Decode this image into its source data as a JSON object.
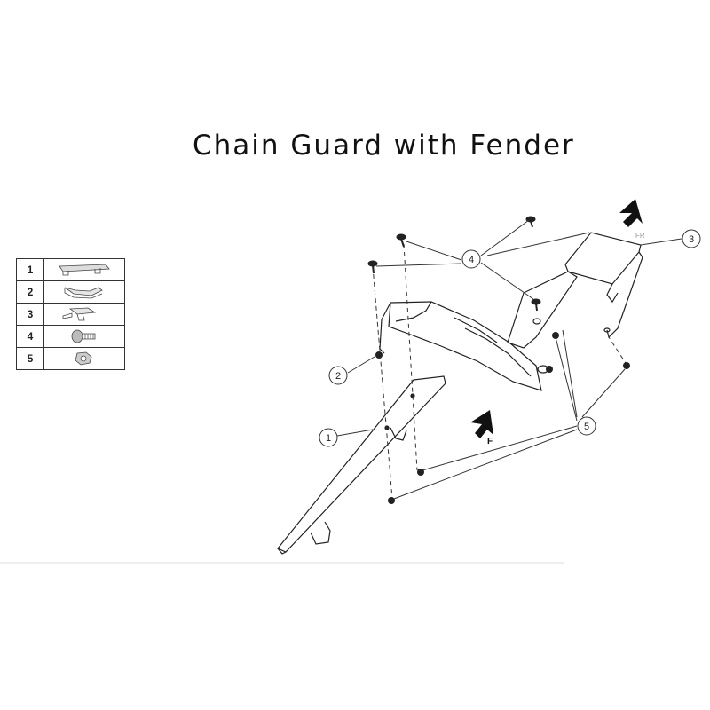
{
  "title": "Chain Guard with Fender",
  "parts": [
    {
      "number": "1",
      "icon": "chain-guard-part-icon"
    },
    {
      "number": "2",
      "icon": "fender-part-icon"
    },
    {
      "number": "3",
      "icon": "bracket-part-icon"
    },
    {
      "number": "4",
      "icon": "bolt-part-icon"
    },
    {
      "number": "5",
      "icon": "nut-part-icon"
    }
  ],
  "callouts": [
    "1",
    "2",
    "3",
    "4",
    "5"
  ],
  "direction_labels": {
    "front": "F",
    "front_right": "FR"
  }
}
